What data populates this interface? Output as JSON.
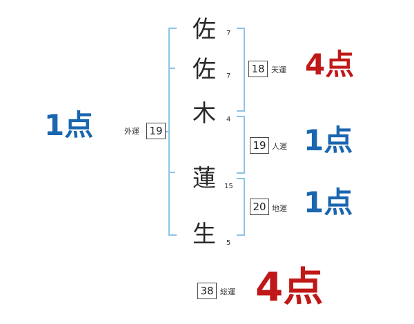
{
  "name": {
    "chars": [
      {
        "char": "佐",
        "strokes": "7"
      },
      {
        "char": "佐",
        "strokes": "7"
      },
      {
        "char": "木",
        "strokes": "4"
      },
      {
        "char": "蓮",
        "strokes": "15"
      },
      {
        "char": "生",
        "strokes": "5"
      }
    ]
  },
  "gaiun": {
    "label": "外運",
    "value": "19",
    "score": "1点",
    "color": "#1a66b0"
  },
  "tenun": {
    "label": "天運",
    "value": "18",
    "score": "4点",
    "color": "#c01818"
  },
  "jinun": {
    "label": "人運",
    "value": "19",
    "score": "1点",
    "color": "#1a66b0"
  },
  "chiun": {
    "label": "地運",
    "value": "20",
    "score": "1点",
    "color": "#1a66b0"
  },
  "souun": {
    "label": "総運",
    "value": "38",
    "score": "4点",
    "color": "#c01818"
  },
  "colors": {
    "bracket": "#8cc4e6"
  }
}
